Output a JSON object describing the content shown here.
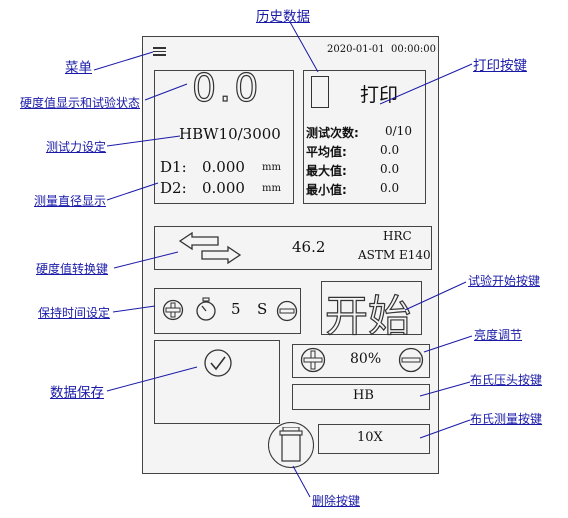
{
  "datetime": "2020-01-01  00:00:00",
  "hardness_value": "0.0",
  "force_setting": "HBW10/3000",
  "d1_label": "D1:",
  "d1_value": "0.000",
  "d2_label": "D2:",
  "d2_value": "0.000",
  "diameter_unit": "mm",
  "print_button": "打印",
  "stats": [
    {
      "label": "测试次数:",
      "value": "0/10"
    },
    {
      "label": "平均值:",
      "value": "0.0"
    },
    {
      "label": "最大值:",
      "value": "0.0"
    },
    {
      "label": "最小值:",
      "value": "0.0"
    }
  ],
  "converted_value": "46.2",
  "converted_scale": "HRC",
  "converted_standard": "ASTM E140",
  "hold_time_value": "5",
  "hold_time_unit": "S",
  "start_button": "开始",
  "brightness_value": "80%",
  "indenter_value": "HB",
  "magnification_value": "10X",
  "annotations": {
    "history": "历史数据",
    "menu": "菜单",
    "print": "打印按键",
    "hardness_display": "硬度值显示和试验状态",
    "force": "测试力设定",
    "diameter": "测量直径显示",
    "convert": "硬度值转换键",
    "start": "试验开始按键",
    "hold": "保持时间设定",
    "brightness": "亮度调节",
    "save": "数据保存",
    "indenter": "布氏压头按键",
    "measure": "布氏测量按键",
    "delete": "删除按键"
  },
  "icons": [
    "menu-icon",
    "history-icon",
    "convert-arrows-icon",
    "plus-icon",
    "timer-icon",
    "minus-icon",
    "check-icon",
    "trash-icon"
  ]
}
